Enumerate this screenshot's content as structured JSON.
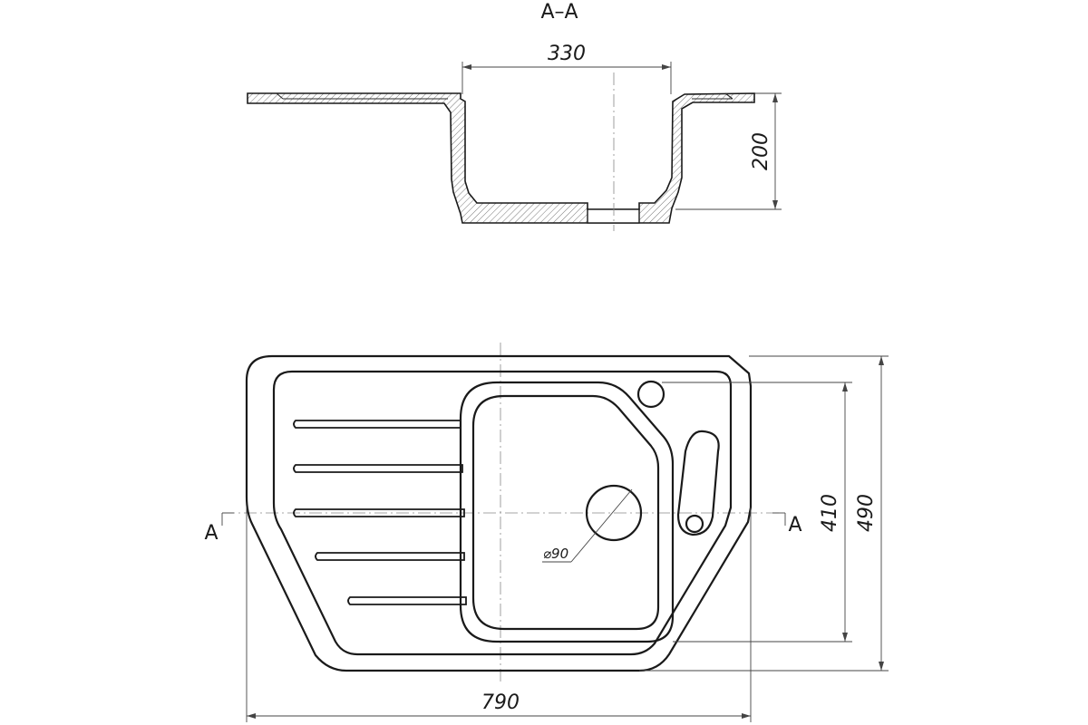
{
  "drawing": {
    "section_title": "A–A",
    "section_marker_left": "A",
    "section_marker_right": "A",
    "dimensions": {
      "bowl_width": "330",
      "bowl_depth": "200",
      "overall_width": "790",
      "inner_depth": "410",
      "overall_depth": "490",
      "drain_diameter": "⌀90"
    }
  }
}
